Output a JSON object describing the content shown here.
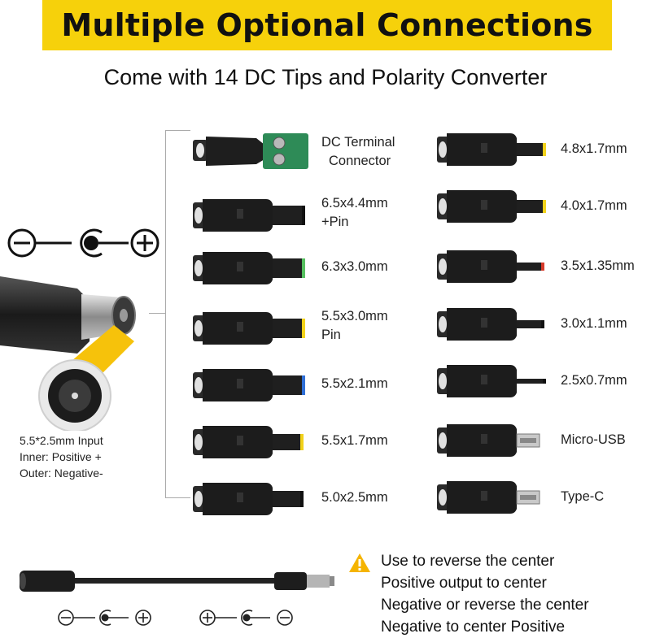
{
  "header": {
    "title": "Multiple Optional Connections",
    "subtitle": "Come with 14 DC Tips and Polarity Converter"
  },
  "left_tips": [
    {
      "label": "DC Terminal Connector",
      "line1": "DC Terminal",
      "line2": "Connector",
      "tip_color": "#2e8b57"
    },
    {
      "label": "6.5x4.4mm +Pin",
      "line1": "6.5x4.4mm",
      "line2": "+Pin",
      "tip_color": "#111111"
    },
    {
      "label": "6.3x3.0mm",
      "line1": "6.3x3.0mm",
      "line2": "",
      "tip_color": "#56c060"
    },
    {
      "label": "5.5x3.0mm Pin",
      "line1": "5.5x3.0mm",
      "line2": "Pin",
      "tip_color": "#f2d21a"
    },
    {
      "label": "5.5x2.1mm",
      "line1": "5.5x2.1mm",
      "line2": "",
      "tip_color": "#2f6fd6"
    },
    {
      "label": "5.5x1.7mm",
      "line1": "5.5x1.7mm",
      "line2": "",
      "tip_color": "#f2d21a"
    },
    {
      "label": "5.0x2.5mm",
      "line1": "5.0x2.5mm",
      "line2": "",
      "tip_color": "#111111"
    }
  ],
  "right_tips": [
    {
      "label": "4.8x1.7mm",
      "tip_color": "#f2d21a"
    },
    {
      "label": "4.0x1.7mm",
      "tip_color": "#f2d21a"
    },
    {
      "label": "3.5x1.35mm",
      "tip_color": "#d63a2a"
    },
    {
      "label": "3.0x1.1mm",
      "tip_color": "#111111"
    },
    {
      "label": "2.5x0.7mm",
      "tip_color": "#111111"
    },
    {
      "label": "Micro-USB",
      "tip_color": "#888888"
    },
    {
      "label": "Type-C",
      "tip_color": "#888888"
    }
  ],
  "input_note": {
    "line1": "5.5*2.5mm Input",
    "line2": "Inner: Positive +",
    "line3": "Outer: Negative-"
  },
  "converter": {
    "line1": "Use to reverse the center",
    "line2": "Positive output to center",
    "line3": "Negative or reverse the center",
    "line4": "Negative to center Positive"
  },
  "colors": {
    "banner": "#f6d10b",
    "callout": "#f6c20b",
    "warning": "#f5b400"
  }
}
